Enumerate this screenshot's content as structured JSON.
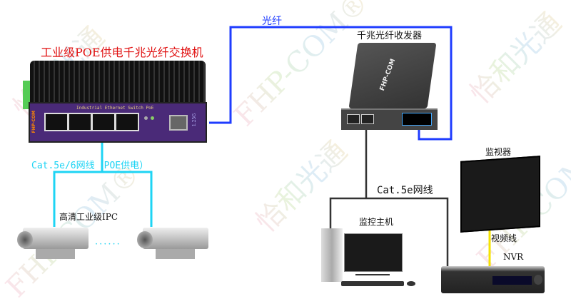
{
  "title_switch": "工业级POE供电千兆光纤交换机",
  "switch_panel_text": "Industrial Ethernet Switch PoE",
  "switch_fiber_label": "1.25G",
  "brand": "FHP-COM",
  "fiber_label": "光纤",
  "converter_label": "千兆光纤收发器",
  "cat6_label": "Cat.5e/6网线（POE供电）",
  "ipc_label": "高清工业级IPC",
  "ipc_dots": "······",
  "cat5_label": "Cat.5e网线",
  "host_label": "监控主机",
  "monitor_label": "监视器",
  "video_cable_label": "视频线",
  "nvr_label": "NVR",
  "watermarks": [
    "恰和光通",
    "FHP-COM®"
  ],
  "colors": {
    "fiber": "#1f3cff",
    "poe": "#1ed4f4",
    "lan": "#333333",
    "video": "#f5e300",
    "title": "#e01010"
  }
}
